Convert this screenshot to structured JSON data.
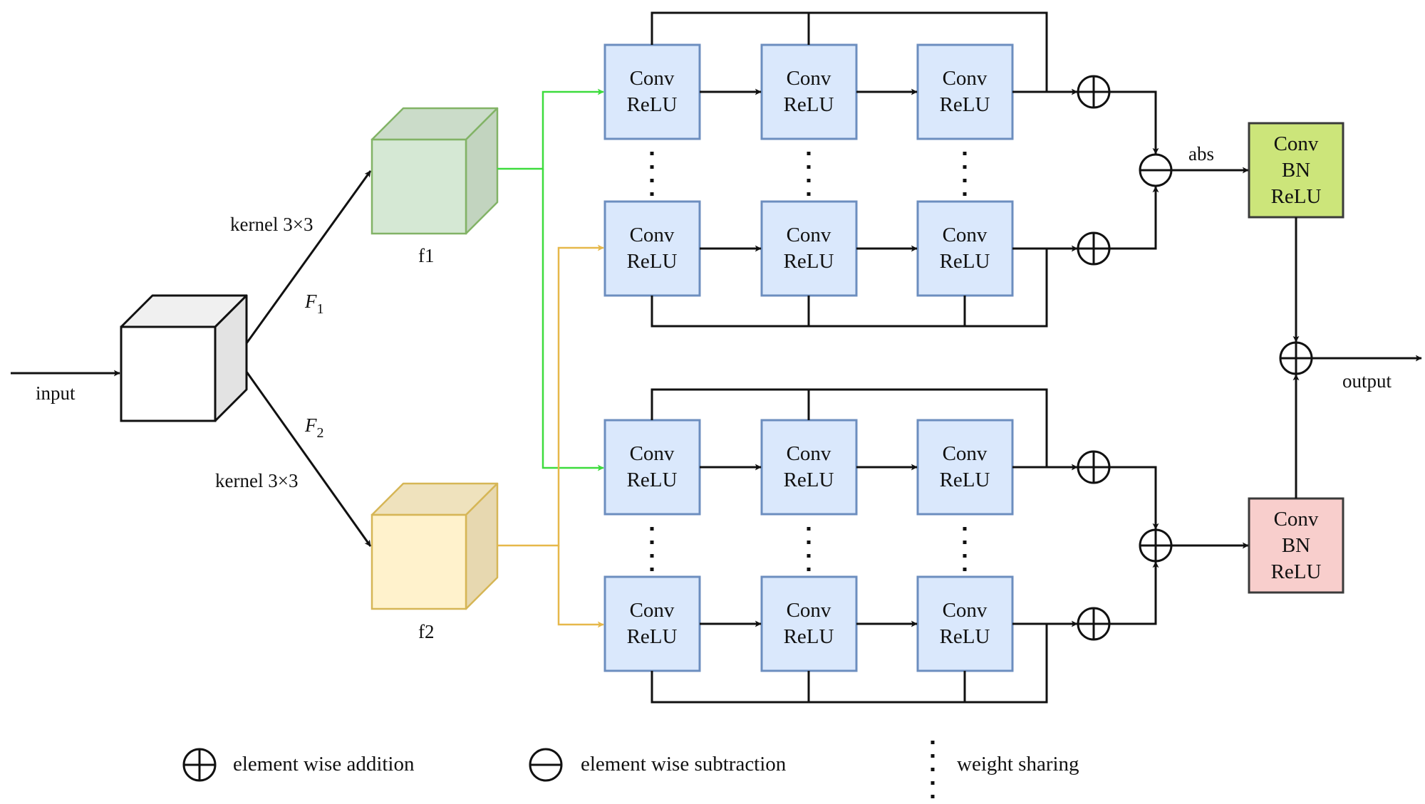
{
  "diagram": {
    "input_label": "input",
    "output_label": "output",
    "input_cube": {
      "face": "#ffffff",
      "top": "#f0f0f0",
      "side": "#e3e3e3",
      "stroke": "#111111"
    },
    "branches": [
      {
        "path_label": "F",
        "path_subscript": "1",
        "kernel_label": "kernel 3×3",
        "feature_label": "f1",
        "cube": {
          "face": "#d5e8d4",
          "top": "#cbdcc9",
          "side": "#c2d4bf",
          "stroke": "#82b366"
        },
        "route_color": "#3ddc3d"
      },
      {
        "path_label": "F",
        "path_subscript": "2",
        "kernel_label": "kernel 3×3",
        "feature_label": "f2",
        "cube": {
          "face": "#fff2cc",
          "top": "#efe2bd",
          "side": "#e7d8b0",
          "stroke": "#d6b656"
        },
        "route_color": "#e6b84a"
      }
    ],
    "conv_block": {
      "line1": "Conv",
      "line2": "ReLU",
      "fill": "#dae8fc",
      "stroke": "#6c8ebf"
    },
    "modules": [
      {
        "name": "top",
        "combine_op": "subtraction",
        "combine_label": "abs",
        "head": {
          "lines": [
            "Conv",
            "BN",
            "ReLU"
          ],
          "fill": "#cce57a",
          "stroke": "#3a3a3a"
        }
      },
      {
        "name": "bottom",
        "combine_op": "addition",
        "combine_label": "",
        "head": {
          "lines": [
            "Conv",
            "BN",
            "ReLU"
          ],
          "fill": "#f8cecc",
          "stroke": "#3a3a3a"
        }
      }
    ],
    "final_op": "addition"
  },
  "legend": [
    {
      "icon": "element-wise-addition-icon",
      "label": "element wise addition"
    },
    {
      "icon": "element-wise-subtraction-icon",
      "label": "element wise subtraction"
    },
    {
      "icon": "weight-sharing-icon",
      "label": "weight sharing"
    }
  ]
}
